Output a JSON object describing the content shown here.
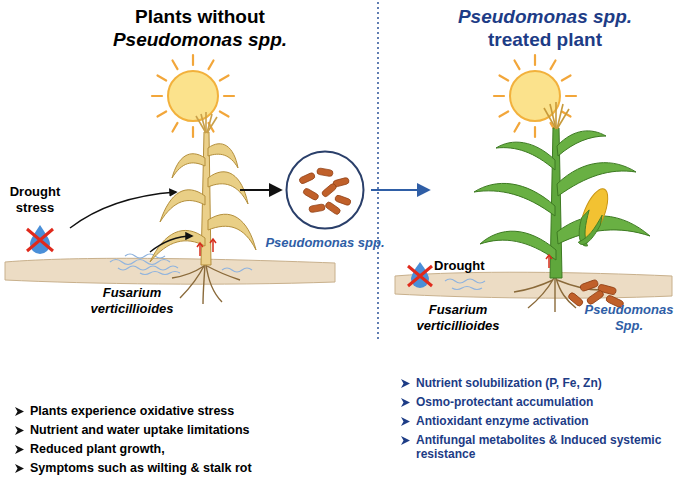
{
  "diagram": {
    "nodes": [
      {
        "text": [
          "Pseudomonas spp."
        ]
      }
    ],
    "labels": [
      "Plants without",
      "Pseudomonas spp.",
      "Pseudomonas spp.",
      "treated plant",
      "Drought stress",
      "Fusarium verticillioides",
      "Drought",
      "Fusarium verticillioides",
      "Pseudomonas Spp.",
      "Plants experience oxidative stress",
      "Nutrient and water uptake limitations",
      "Reduced plant growth,",
      "Symptoms such as wilting & stalk rot",
      "Nutrient solubilization (P, Fe, Zn)",
      "Osmo-protectant accumulation",
      "Antioxidant enzyme activation",
      "Antifungal metabolites & Induced systemic resistance"
    ]
  }
}
